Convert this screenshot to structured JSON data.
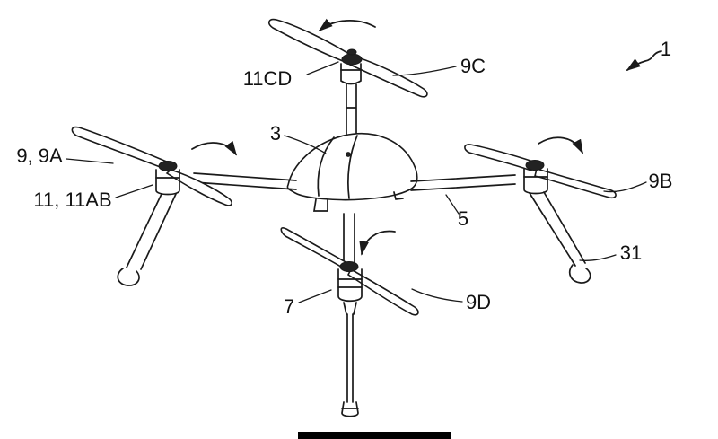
{
  "figure": {
    "labels": {
      "n1": "1",
      "n3": "3",
      "n5": "5",
      "n7": "7",
      "n9a": "9, 9A",
      "n9b": "9B",
      "n9c": "9C",
      "n9d": "9D",
      "n11ab": "11, 11AB",
      "n11cd": "11CD",
      "n31": "31"
    },
    "colors": {
      "line": "#1a1a1a",
      "background": "#ffffff",
      "artifact_bar": "#000000"
    }
  }
}
